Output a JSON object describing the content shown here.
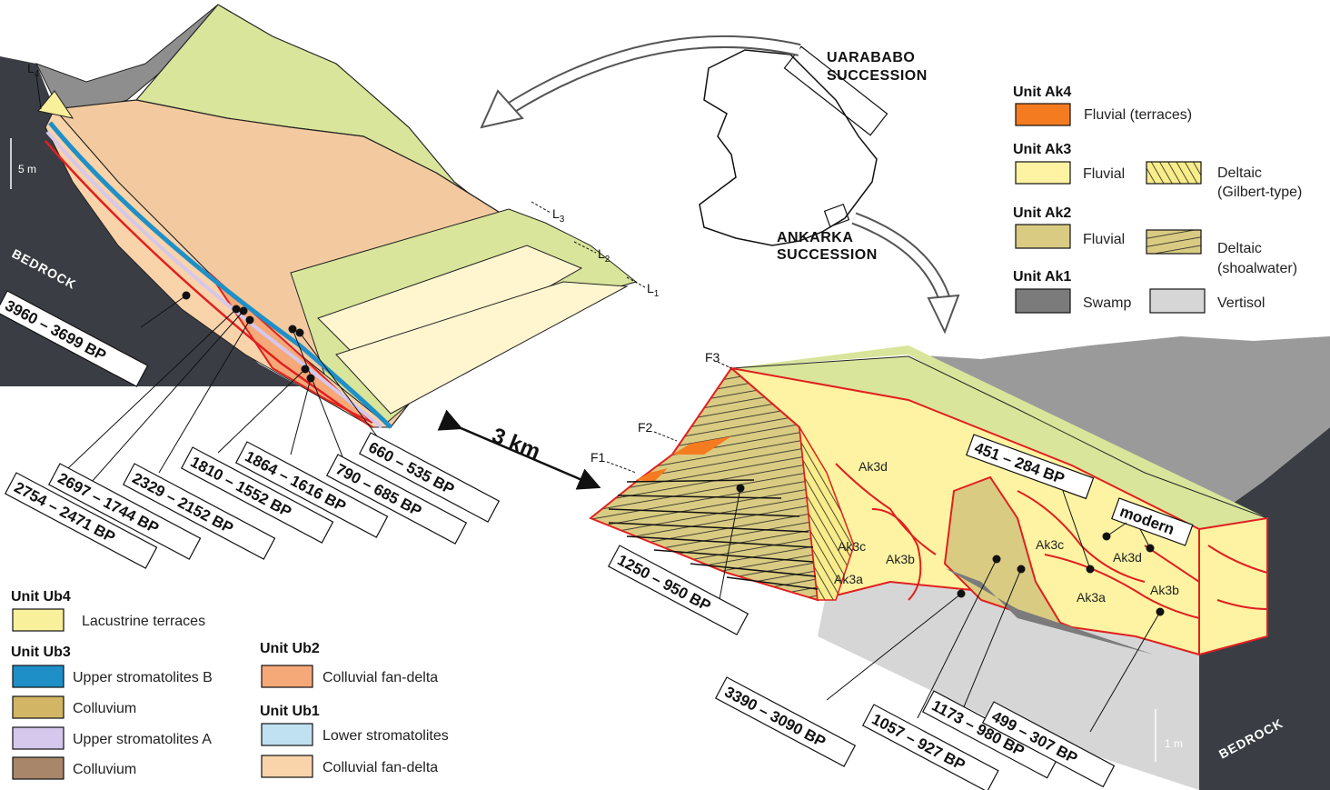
{
  "locator": {
    "uarababo": [
      "UARABABO",
      "SUCCESSION"
    ],
    "ankarka": [
      "ANKARKA",
      "SUCCESSION"
    ]
  },
  "scale_bar_label": "3 km",
  "left_block": {
    "bedrock": "BEDROCK",
    "vertical_scale": "5 m",
    "level_labels": [
      {
        "base": "L",
        "sub": "4"
      },
      {
        "base": "L",
        "sub": "3"
      },
      {
        "base": "L",
        "sub": "2"
      },
      {
        "base": "L",
        "sub": "1"
      }
    ],
    "dates": [
      "3960 – 3699 BP",
      "2754 – 2471 BP",
      "2697 – 1744 BP",
      "2329 – 2152 BP",
      "1810 – 1552 BP",
      "1864 – 1616 BP",
      "790 – 685 BP",
      "660 – 535 BP"
    ]
  },
  "right_block": {
    "bedrock": "BEDROCK",
    "vertical_scale": "1 m",
    "fault_labels": [
      "F3",
      "F2",
      "F1"
    ],
    "unit_labels": [
      "Ak3d",
      "Ak3c",
      "Ak3b",
      "Ak3a",
      "Ak3c",
      "Ak3d",
      "Ak3a",
      "Ak3b"
    ],
    "modern_label": "modern",
    "dates": [
      "451 – 284 BP",
      "1250 – 950 BP",
      "3390 – 3090 BP",
      "1057 – 927 BP",
      "1173 – 980 BP",
      "499 – 307 BP"
    ]
  },
  "legend_ub": {
    "ub4": {
      "title": "Unit Ub4",
      "items": [
        {
          "label": "Lacustrine terraces",
          "color": "#f8f09a"
        }
      ]
    },
    "ub3": {
      "title": "Unit Ub3",
      "items": [
        {
          "label": "Upper stromatolites B",
          "color": "#1f8fc8"
        },
        {
          "label": "Colluvium",
          "color": "#d2b565"
        },
        {
          "label": "Upper stromatolites A",
          "color": "#d6c7ec"
        },
        {
          "label": "Colluvium",
          "color": "#a8866a"
        }
      ]
    },
    "ub2": {
      "title": "Unit Ub2",
      "items": [
        {
          "label": "Colluvial fan-delta",
          "color": "#f5a878"
        }
      ]
    },
    "ub1": {
      "title": "Unit Ub1",
      "items": [
        {
          "label": "Lower stromatolites",
          "color": "#bfe1f1"
        },
        {
          "label": "Colluvial fan-delta",
          "color": "#f9d3aa"
        }
      ]
    }
  },
  "legend_ak": {
    "ak4": {
      "title": "Unit Ak4",
      "items": [
        {
          "label": "Fluvial (terraces)",
          "color": "#f47b20"
        }
      ]
    },
    "ak3": {
      "title": "Unit Ak3",
      "fluvial": "Fluvial",
      "fluvial_color": "#fdf3a2",
      "deltaic": [
        "Deltaic",
        "(Gilbert-type)"
      ],
      "deltaic_color": "#f9ec8a"
    },
    "ak2": {
      "title": "Unit Ak2",
      "fluvial": "Fluvial",
      "fluvial_color": "#d9cb82",
      "deltaic": [
        "Deltaic",
        "(shoalwater)"
      ],
      "deltaic_color": "#d9cb82"
    },
    "ak1": {
      "title": "Unit Ak1",
      "swamp": "Swamp",
      "swamp_color": "#7b7b7b",
      "vertisol": "Vertisol",
      "vertisol_color": "#d6d6d6"
    }
  }
}
